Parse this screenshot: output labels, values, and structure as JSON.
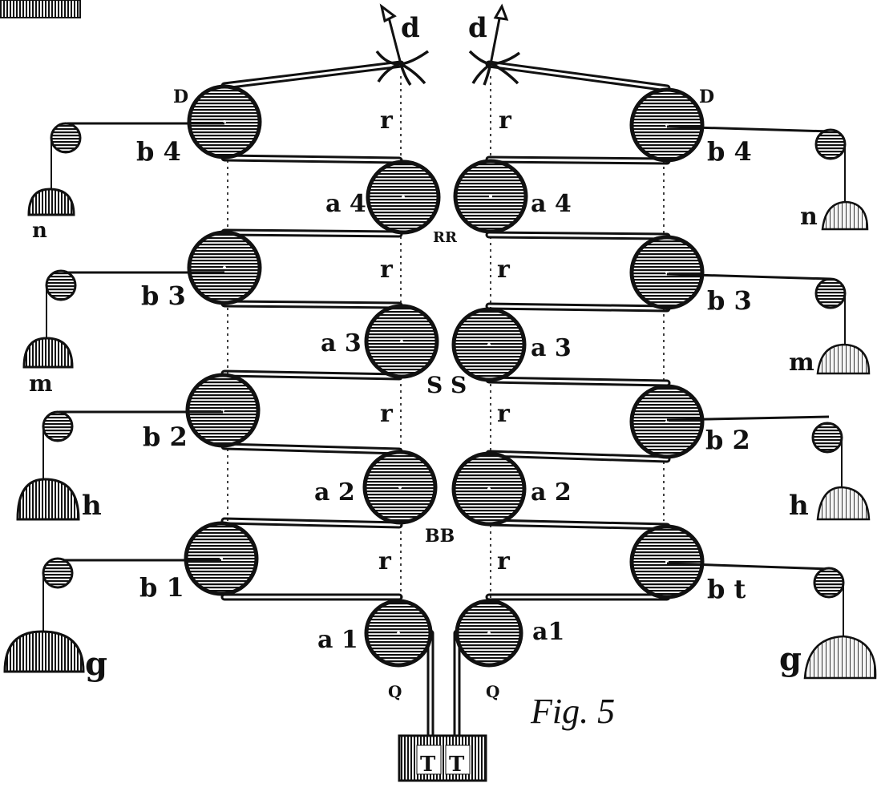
{
  "labels": {
    "d_left": "d",
    "d_right": "d",
    "D_left": "D",
    "D_right": "D",
    "r": "r",
    "RR": "RR",
    "SS_left": "S",
    "SS_right": "S",
    "BB": "BB",
    "Q_left": "Q",
    "Q_right": "Q",
    "T_left": "T",
    "T_right": "T",
    "fig": "Fig. 5",
    "a_left": [
      "a 1",
      "a 2",
      "a 3",
      "a 4"
    ],
    "a_right": [
      "a1",
      "a 2",
      "a 3",
      "a 4"
    ],
    "b_left": [
      "b 1",
      "b 2",
      "b 3",
      "b 4"
    ],
    "b_right": [
      "b t",
      "b 2",
      "b 3",
      "b 4"
    ],
    "weights_left": [
      "g",
      "h",
      "m",
      "n"
    ],
    "weights_right": [
      "g",
      "h",
      "m",
      "n"
    ]
  },
  "colors": {
    "ink": "#111111",
    "paper": "#ffffff",
    "pale_weight": "#f4f4f4"
  }
}
